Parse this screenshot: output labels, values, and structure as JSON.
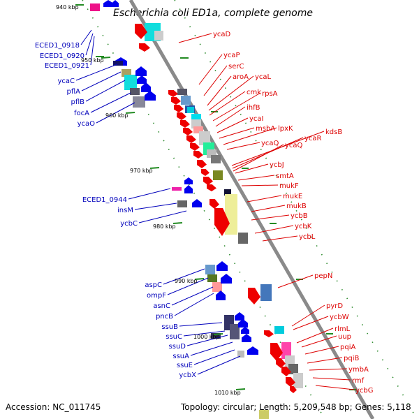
{
  "title": "Escherichia coli ED1a, complete genome",
  "footer": {
    "accession": "Accession: NC_011745",
    "topology": "Topology: circular; Length: 5,209,548 bp; Genes: 5,118"
  },
  "ruler_labels": [
    "940 kbp",
    "950 kbp",
    "960 kbp",
    "970 kbp",
    "980 kbp",
    "990 kbp",
    "1000 kbp",
    "1010 kbp"
  ],
  "left_genes": [
    "ECED1_0918",
    "ECED1_0920",
    "ECED1_0921",
    "ycaC",
    "pflA",
    "pflB",
    "focA",
    "ycaO",
    "ECED1_0944",
    "insM",
    "ycbC",
    "aspC",
    "ompF",
    "asnC",
    "pncB",
    "ssuB",
    "ssuC",
    "ssuD",
    "ssuA",
    "ssuE",
    "ycbX"
  ],
  "right_genes": [
    "ycaD",
    "ycaP",
    "serC",
    "aroA",
    "ycaL",
    "cmk",
    "rpsA",
    "ihfB",
    "ycaI",
    "msbA",
    "lpxK",
    "kdsB",
    "ycaR",
    "ycaQ",
    "ycaQ",
    "ycbJ",
    "smtA",
    "mukF",
    "mukE",
    "mukB",
    "ycbB",
    "ycbK",
    "ycbL",
    "pepN",
    "pyrD",
    "ycbW",
    "rlmL",
    "uup",
    "pqiA",
    "pqiB",
    "ymbA",
    "rmf",
    "ycbG"
  ],
  "colors": {
    "backbone": "#888888",
    "forward_strand": "#ee0000",
    "reverse_strand": "#0000ee",
    "left_label": "#0000bb",
    "right_label": "#dd0000",
    "ruler_tick": "#228b22"
  }
}
